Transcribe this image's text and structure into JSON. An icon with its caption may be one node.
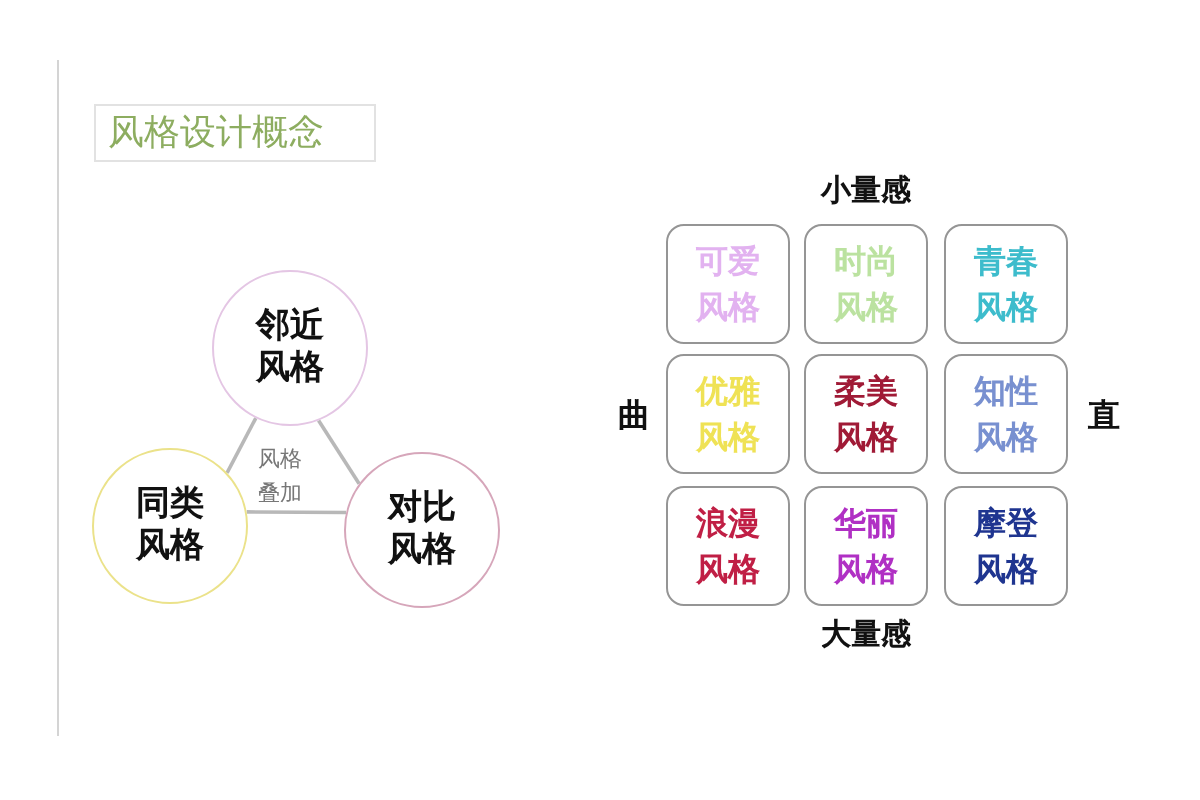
{
  "diagram": {
    "title": "风格设计概念",
    "nodes": [
      {
        "text": [
          "邻近风格"
        ]
      },
      {
        "text": [
          "同类风格"
        ]
      },
      {
        "text": [
          "对比风格"
        ]
      },
      {
        "text": [
          "可爱风格"
        ]
      },
      {
        "text": [
          "时尚风格"
        ]
      },
      {
        "text": [
          "青春风格"
        ]
      },
      {
        "text": [
          "优雅风格"
        ]
      },
      {
        "text": [
          "柔美风格"
        ]
      },
      {
        "text": [
          "知性风格"
        ]
      },
      {
        "text": [
          "浪漫风格"
        ]
      },
      {
        "text": [
          "华丽风格"
        ]
      },
      {
        "text": [
          "摩登风格"
        ]
      }
    ],
    "edges": [
      {
        "from": 0,
        "to": 1,
        "arrow": "none"
      },
      {
        "from": 0,
        "to": 2,
        "arrow": "none"
      },
      {
        "from": 1,
        "to": 2,
        "arrow": "none"
      }
    ],
    "labels": [
      "风格叠加",
      "小量感",
      "曲",
      "直",
      "大量感"
    ]
  }
}
